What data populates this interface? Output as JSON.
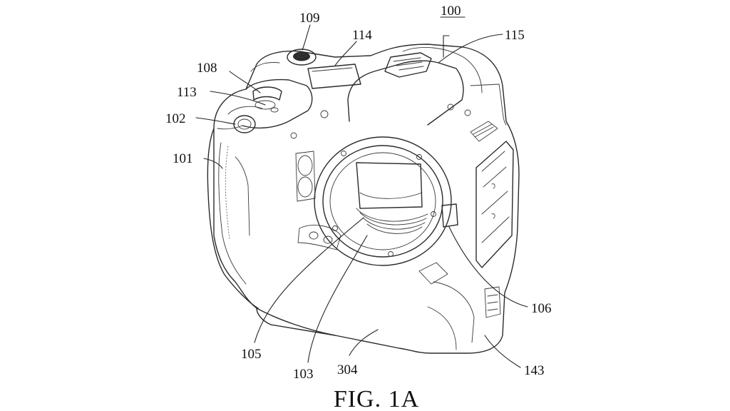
{
  "caption": "FIG. 1A",
  "labels": {
    "l100": "100",
    "l101": "101",
    "l102": "102",
    "l103": "103",
    "l105": "105",
    "l106": "106",
    "l108": "108",
    "l109": "109",
    "l113": "113",
    "l114": "114",
    "l115": "115",
    "l143": "143",
    "l304": "304"
  },
  "colors": {
    "line": "#2b2b2b",
    "background": "#ffffff"
  }
}
